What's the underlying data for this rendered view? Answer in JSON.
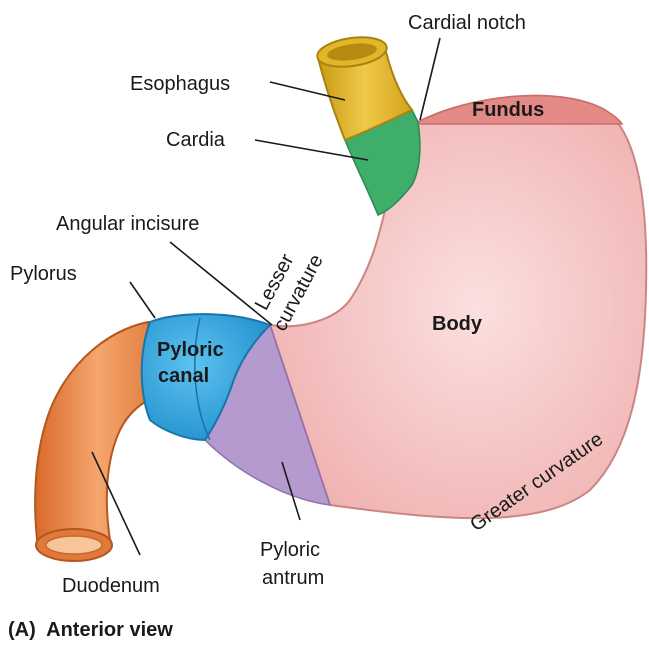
{
  "labels": {
    "cardial_notch": "Cardial notch",
    "esophagus": "Esophagus",
    "fundus": "Fundus",
    "cardia": "Cardia",
    "angular_incisure": "Angular incisure",
    "lesser_curvature_line1": "Lesser",
    "lesser_curvature_line2": "curvature",
    "pylorus": "Pylorus",
    "pyloric_canal_line1": "Pyloric",
    "pyloric_canal_line2": "canal",
    "body": "Body",
    "greater_curvature": "Greater curvature",
    "pyloric_antrum_line1": "Pyloric",
    "pyloric_antrum_line2": "antrum",
    "duodenum": "Duodenum"
  },
  "caption": "(A)  Anterior view",
  "colors": {
    "esophagus": "#e2b52a",
    "cardia": "#3fae6a",
    "fundus": "#e48a86",
    "body": "#f6c7c6",
    "pyloric_antrum": "#b59ad0",
    "pyloric_canal": "#2fa7e0",
    "duodenum": "#ea8a4a"
  }
}
